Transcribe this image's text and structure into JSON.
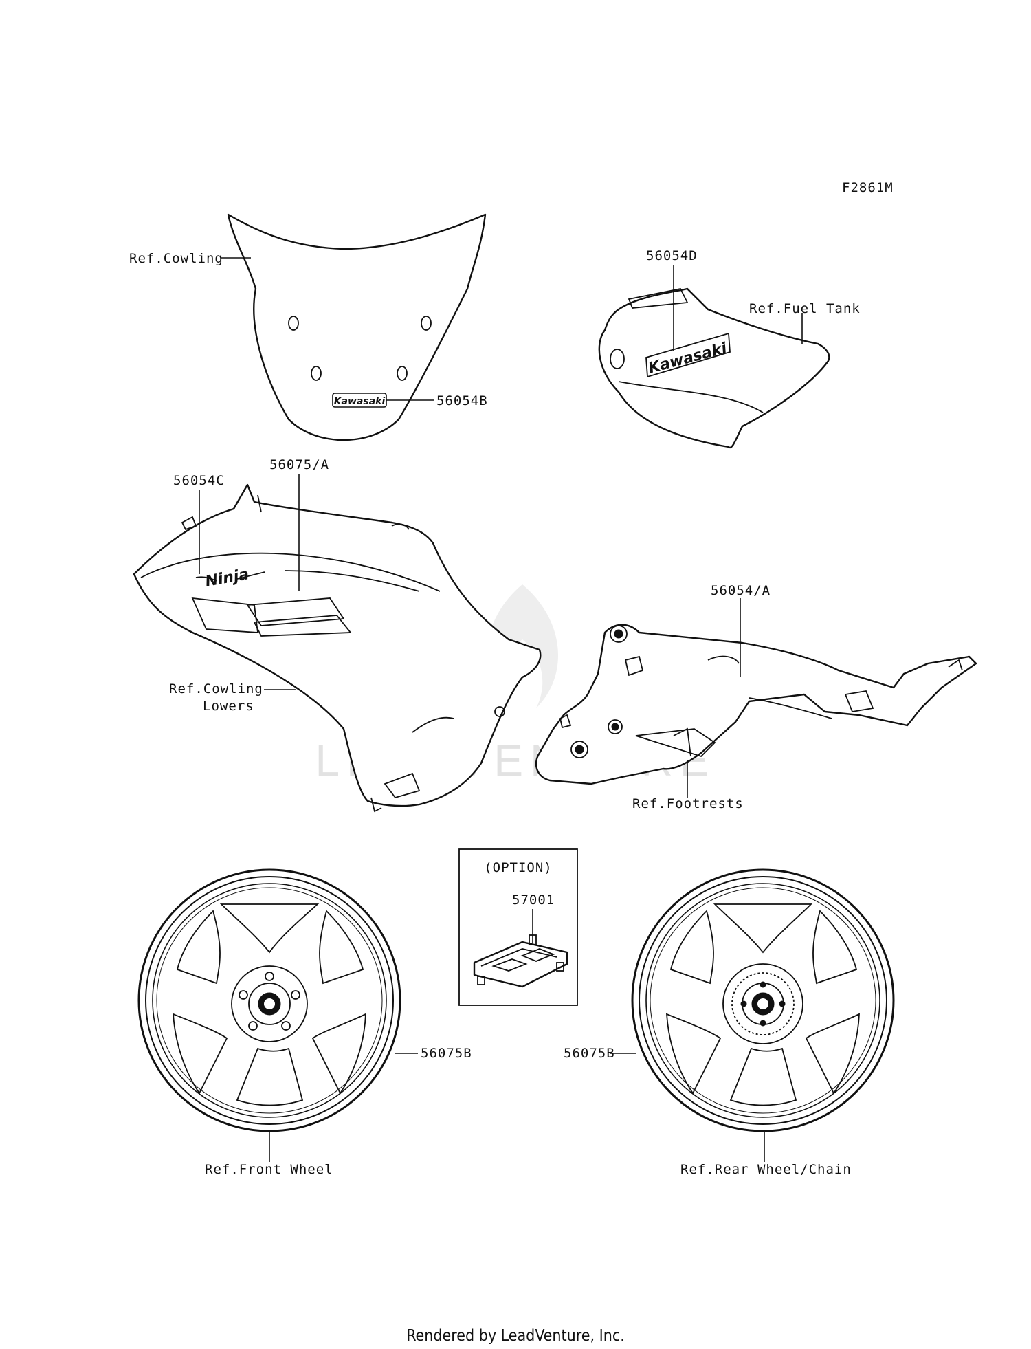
{
  "figure_code": "F2861M",
  "watermark": "LEADVENTURE",
  "footer": "Rendered by LeadVenture, Inc.",
  "labels": {
    "ref_cowling": "Ref.Cowling",
    "p56054b": "56054B",
    "p56054d": "56054D",
    "ref_fuel_tank": "Ref.Fuel Tank",
    "p56054c": "56054C",
    "p56075a": "56075/A",
    "ref_cowling_lowers_1": "Ref.Cowling",
    "ref_cowling_lowers_2": "Lowers",
    "p56054a": "56054/A",
    "ref_footrests": "Ref.Footrests",
    "option": "(OPTION)",
    "p57001": "57001",
    "p56075b_front": "56075B",
    "p56075b_rear": "56075B",
    "ref_front_wheel": "Ref.Front Wheel",
    "ref_rear_wheel": "Ref.Rear Wheel/Chain"
  },
  "decal_text": {
    "windscreen_logo": "Kawasaki",
    "tank_logo": "Kawasaki",
    "cowl_logo": "Ninja"
  }
}
